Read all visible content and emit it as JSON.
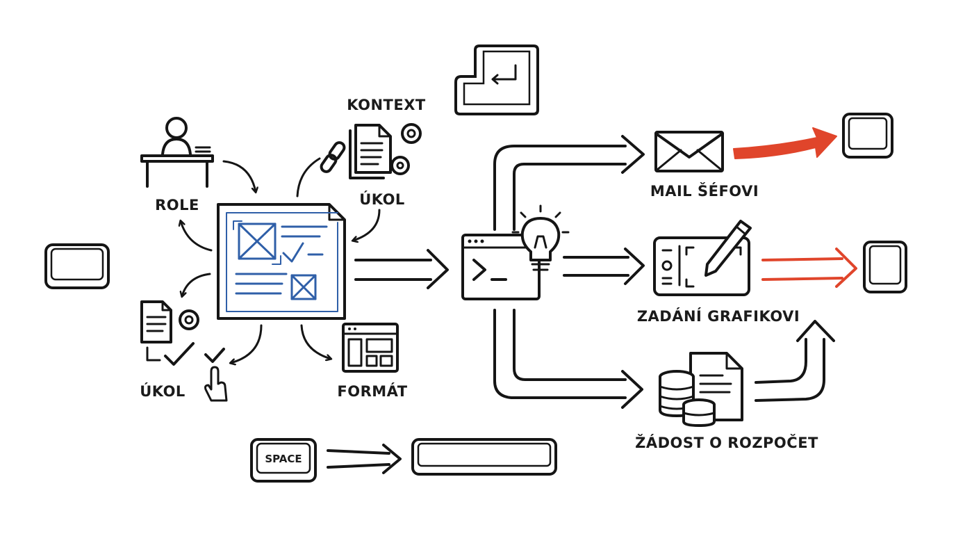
{
  "labels": {
    "role": "ROLE",
    "kontext": "KONTEXT",
    "ukol_top": "ÚKOL",
    "ukol_bottom": "ÚKOL",
    "format": "FORMÁT",
    "mail": "MAIL ŠÉFOVI",
    "zadani": "ZADÁNÍ GRAFIKOVI",
    "zadost": "ŽÁDOST O ROZPOČET",
    "space_key": "SPACE"
  },
  "colors": {
    "ink": "#151515",
    "blueprint": "#2f5fa8",
    "accent_red": "#e0452b",
    "background": "#ffffff"
  },
  "icons": {
    "role": "person-at-desk-icon",
    "kontext": "document-gears-icon",
    "link": "chain-link-icon",
    "prompt": "blueprint-document-icon",
    "terminal": "terminal-window-icon",
    "idea": "lightbulb-icon",
    "mail": "envelope-icon",
    "design": "drawing-tablet-pen-icon",
    "budget": "coins-document-icon",
    "format": "layout-window-icon",
    "task": "document-gear-icon",
    "enter_key": "enter-key-icon",
    "cursor": "hand-cursor-icon"
  }
}
